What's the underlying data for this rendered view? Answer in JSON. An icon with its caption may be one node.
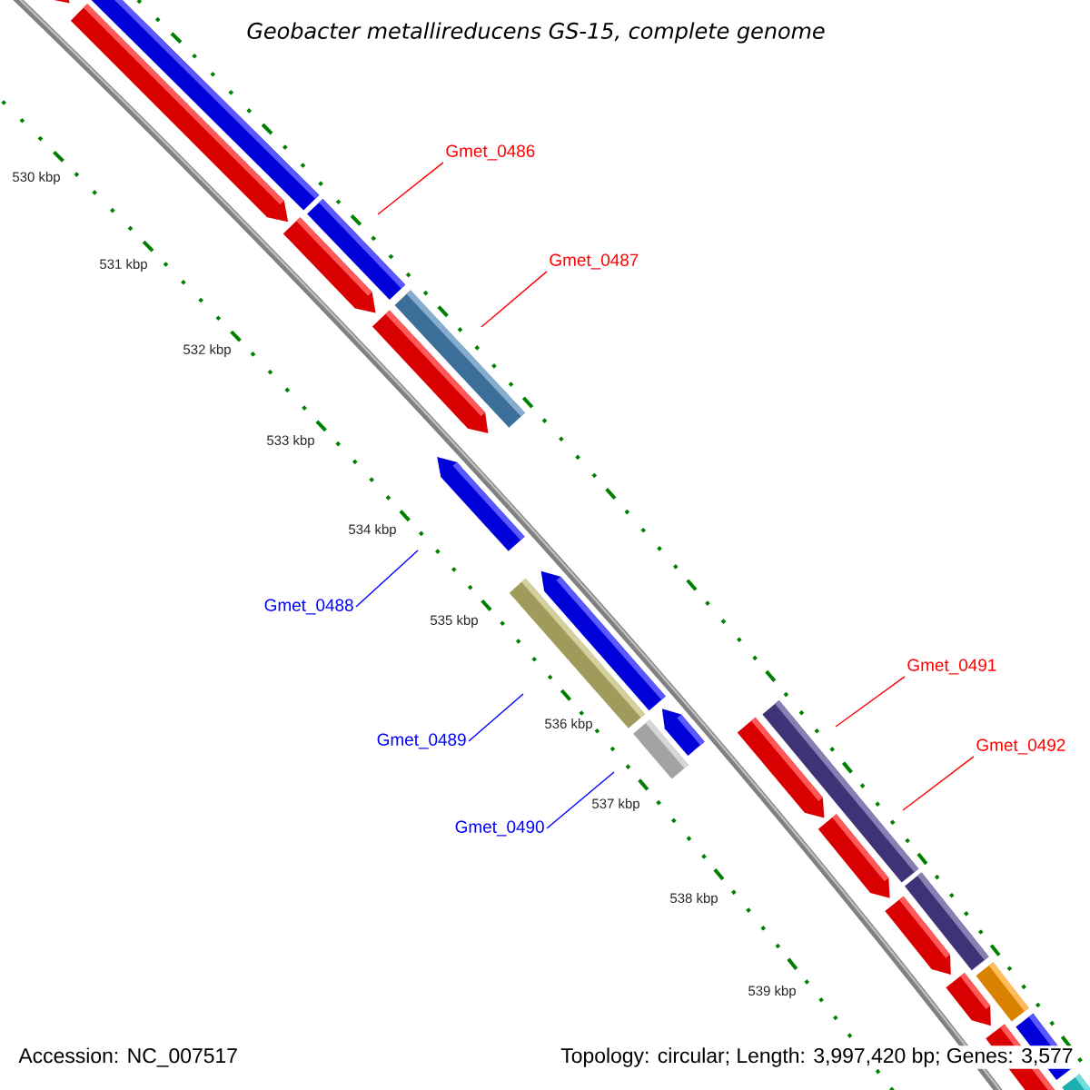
{
  "diagram": {
    "title": "Geobacter metallireducens GS-15, complete genome",
    "nodes": [
      {
        "text": [
          "Gmet_0486"
        ]
      },
      {
        "text": [
          "Gmet_0487"
        ]
      },
      {
        "text": [
          "Gmet_0488"
        ]
      },
      {
        "text": [
          "Gmet_0491"
        ]
      },
      {
        "text": [
          "Gmet_0489"
        ]
      },
      {
        "text": [
          "Gmet_0492"
        ]
      },
      {
        "text": [
          "Gmet_0490"
        ]
      }
    ],
    "edges": [
      {
        "from": 0,
        "to": null,
        "arrow": "none"
      },
      {
        "from": 1,
        "to": null,
        "arrow": "none"
      },
      {
        "from": 2,
        "to": null,
        "arrow": "none",
        "color": "#0000ff"
      },
      {
        "from": 3,
        "to": null,
        "arrow": "none"
      },
      {
        "from": 4,
        "to": null,
        "arrow": "none",
        "color": "#0000ff"
      },
      {
        "from": 5,
        "to": null,
        "arrow": "none"
      },
      {
        "from": 6,
        "to": null,
        "arrow": "none",
        "color": "#0000ff"
      }
    ],
    "labels": [
      "530 kbp",
      "531 kbp",
      "532 kbp",
      "533 kbp",
      "534 kbp",
      "535 kbp",
      "536 kbp",
      "537 kbp",
      "538 kbp",
      "539 kbp",
      "Accession: NC_007517",
      "Topology: circular; Length: 3,997,420 bp; Genes: 3,577"
    ]
  }
}
